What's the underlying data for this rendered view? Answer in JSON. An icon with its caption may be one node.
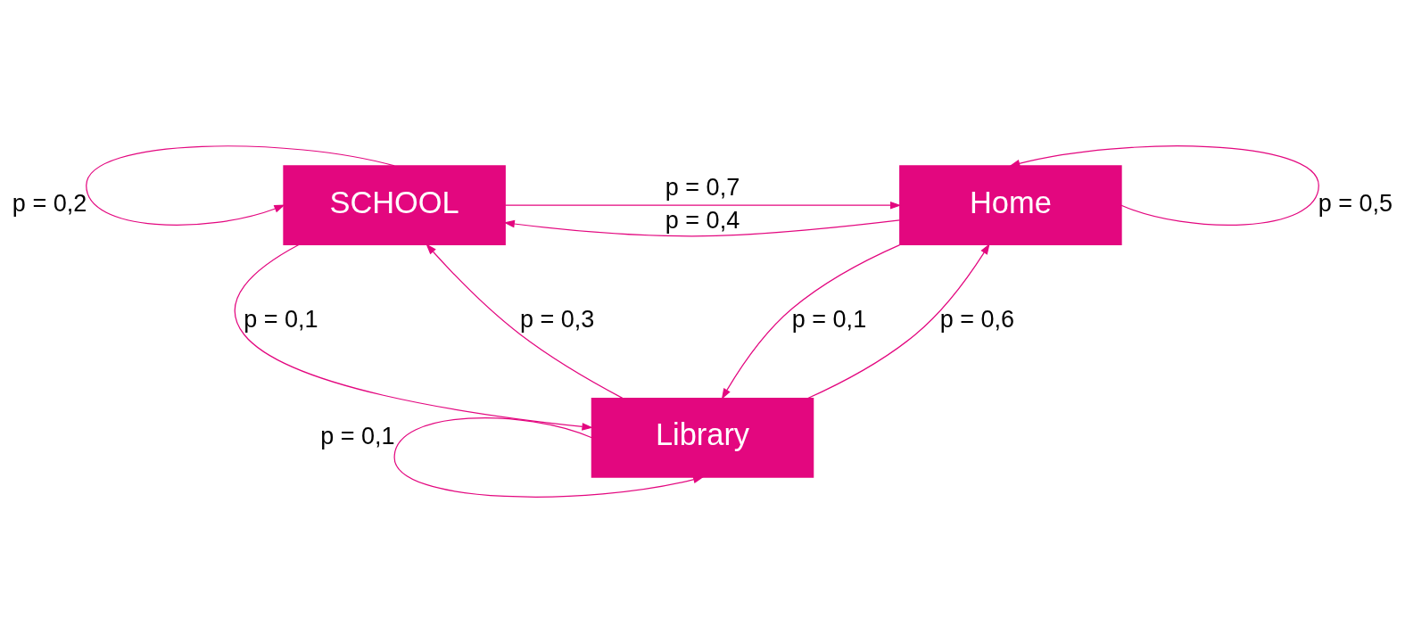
{
  "diagram": {
    "nodes": [
      {
        "text": [
          "SCHOOL"
        ]
      },
      {
        "text": [
          "Home"
        ]
      },
      {
        "text": [
          "Library"
        ]
      }
    ],
    "edges": [
      {
        "from": 0,
        "to": 0,
        "arrow": "to",
        "label": "p = 0,2"
      },
      {
        "from": 1,
        "to": 1,
        "arrow": "to",
        "label": "p = 0,5"
      },
      {
        "from": 0,
        "to": 1,
        "arrow": "to",
        "label": "p = 0,7"
      },
      {
        "from": 1,
        "to": 0,
        "arrow": "to",
        "label": "p = 0,4"
      },
      {
        "from": 0,
        "to": 2,
        "arrow": "to",
        "label": "p = 0,1"
      },
      {
        "from": 2,
        "to": 0,
        "arrow": "to",
        "label": "p = 0,3"
      },
      {
        "from": 2,
        "to": 1,
        "arrow": "to",
        "label": "p = 0,6"
      },
      {
        "from": 1,
        "to": 2,
        "arrow": "to",
        "label": "p = 0,1"
      },
      {
        "from": 2,
        "to": 2,
        "arrow": "to",
        "label": "p = 0,1"
      }
    ]
  }
}
